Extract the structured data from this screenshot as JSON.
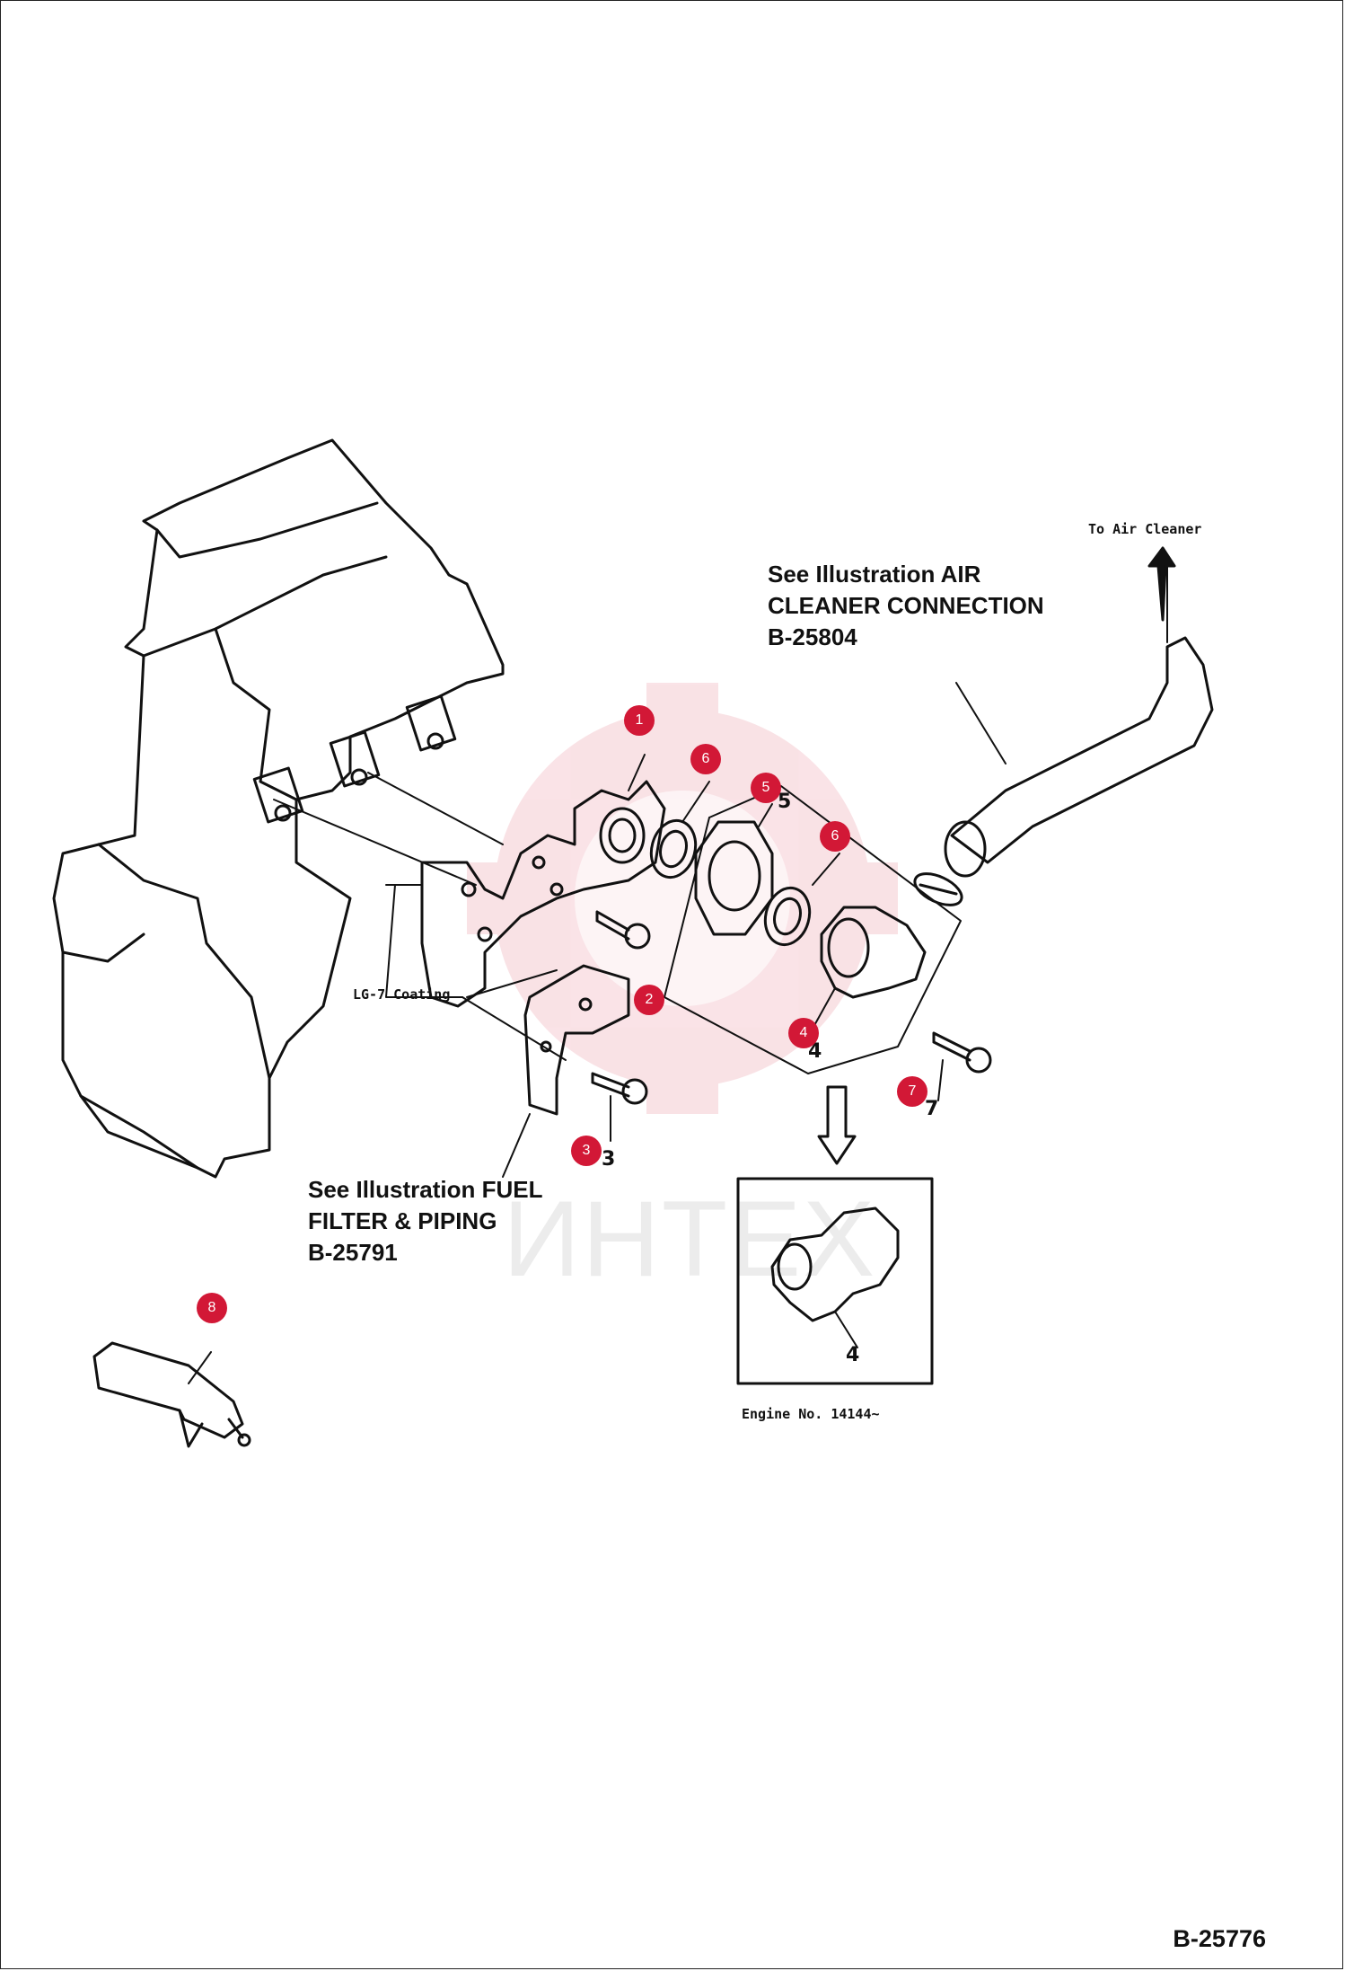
{
  "references": {
    "air_cleaner": [
      "See Illustration AIR",
      "CLEANER CONNECTION",
      "B-25804"
    ],
    "fuel_filter": [
      "See Illustration FUEL",
      "FILTER & PIPING",
      "B-25791"
    ]
  },
  "labels": {
    "to_air_cleaner": "To Air Cleaner",
    "coating": "LG-7 Coating",
    "engine_no": "Engine No. 14144~"
  },
  "part_numbers": {
    "p3": "3",
    "p4": "4",
    "p4_inset": "4",
    "p5": "5",
    "p7": "7"
  },
  "callouts": [
    "1",
    "2",
    "3",
    "4",
    "5",
    "6",
    "6",
    "7",
    "8"
  ],
  "watermark": "ИНТЕХ",
  "drawing_code": "B-25776",
  "colors": {
    "callout": "#d21836",
    "line": "#111111"
  }
}
